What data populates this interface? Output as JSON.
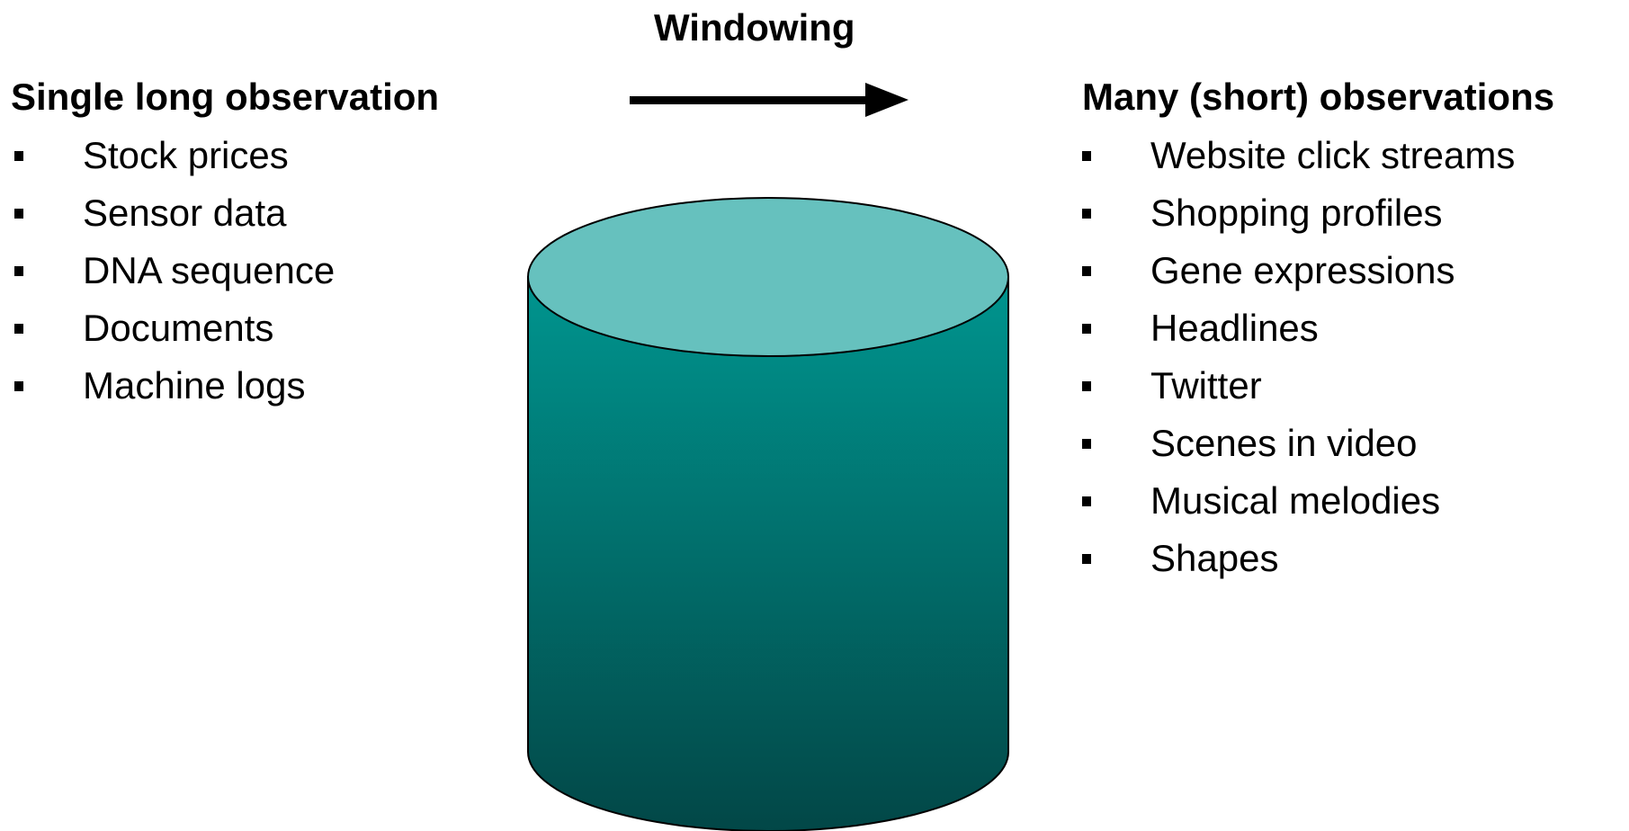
{
  "header": {
    "arrow_label": "Windowing"
  },
  "left": {
    "title": "Single long observation",
    "items": [
      "Stock prices",
      "Sensor data",
      "DNA sequence",
      "Documents",
      "Machine logs"
    ]
  },
  "right": {
    "title": "Many (short) observations",
    "items": [
      "Website click streams",
      "Shopping profiles",
      "Gene expressions",
      "Headlines",
      "Twitter",
      "Scenes in video",
      "Musical melodies",
      "Shapes"
    ]
  },
  "colors": {
    "cylinder_top": "#66c1be",
    "cylinder_body_top": "#00958f",
    "cylinder_body_bottom": "#024747",
    "arrow": "#000000"
  }
}
